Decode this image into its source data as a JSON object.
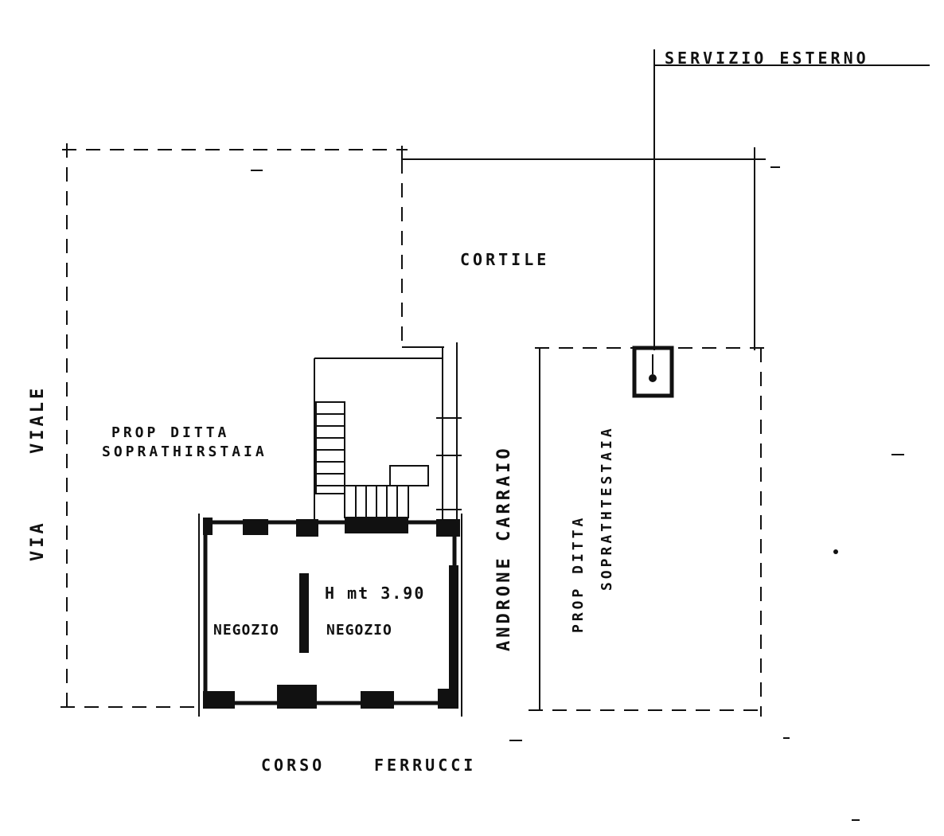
{
  "labels": {
    "servizio_esterno": "SERVIZIO ESTERNO",
    "cortile": "CORTILE",
    "via_viale_top": "VIALE",
    "via_viale_bottom": "VIA",
    "prop_left_1": "PROP DITTA",
    "prop_left_2": "SOPRATHIRSTAIA",
    "androne": "ANDRONE CARRAIO",
    "prop_right_1": "PROP DITTA",
    "prop_right_2": "SOPRATHTESTAIA",
    "height": "H mt 3.90",
    "negozio_left": "NEGOZIO",
    "negozio_right": "NEGOZIO",
    "corso": "CORSO",
    "ferrucci": "FERRUCCI"
  }
}
